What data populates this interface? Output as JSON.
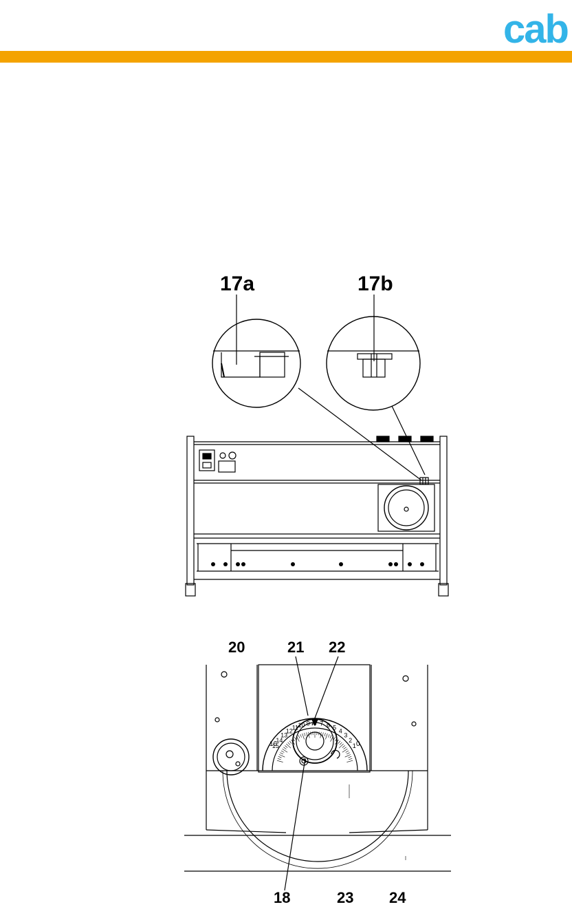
{
  "header": {
    "logo_text": "cab",
    "logo_color": "#33b4e8",
    "accent_color": "#f4a300"
  },
  "figure_top": {
    "callouts": {
      "a": "17a",
      "b": "17b"
    }
  },
  "figure_bottom": {
    "callouts": {
      "c20": "20",
      "c21": "21",
      "c22": "22",
      "c18": "18",
      "c23": "23",
      "c24": "24"
    },
    "dial_scale": [
      "15",
      "14",
      "13",
      "12",
      "11",
      "10",
      "9",
      "8",
      "7",
      "6",
      "5",
      "4",
      "3",
      "2",
      "1"
    ],
    "dial_side_left": "16",
    "dial_side_right": "0"
  }
}
